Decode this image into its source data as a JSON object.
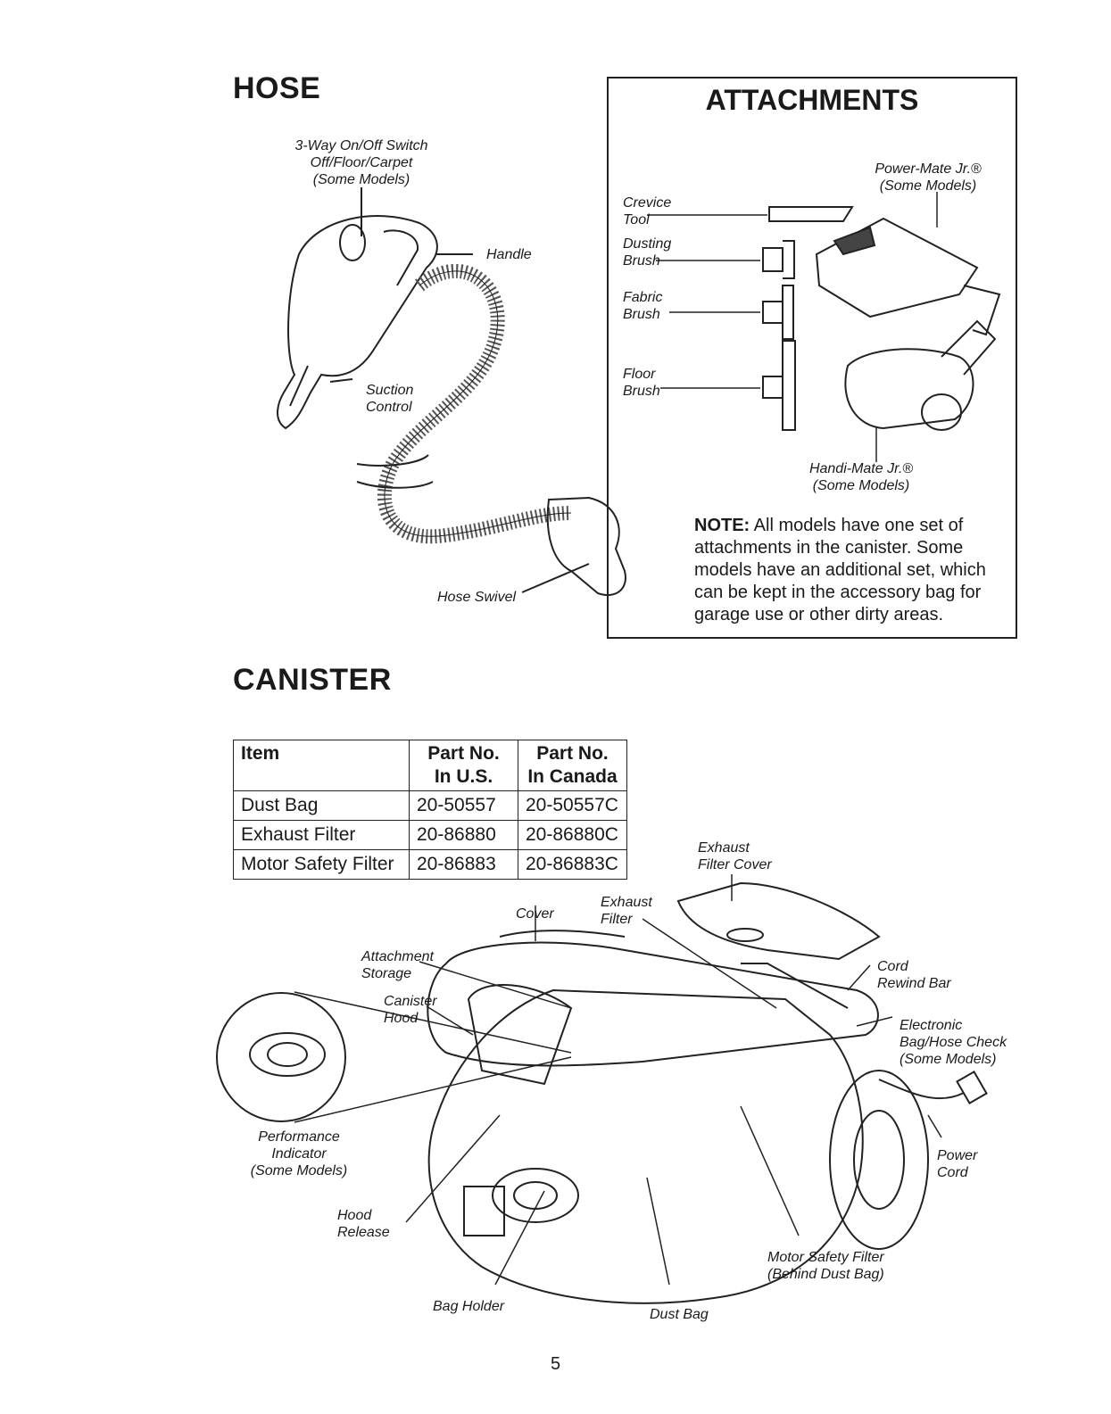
{
  "hose": {
    "heading": "HOSE",
    "switch_label": [
      "3-Way On/Off Switch",
      "Off/Floor/Carpet",
      "(Some Models)"
    ],
    "handle_label": "Handle",
    "suction_label": [
      "Suction",
      "Control"
    ],
    "swivel_label": "Hose Swivel"
  },
  "attachments": {
    "heading": "ATTACHMENTS",
    "crevice": [
      "Crevice",
      "Tool"
    ],
    "dusting": [
      "Dusting",
      "Brush"
    ],
    "fabric": [
      "Fabric",
      "Brush"
    ],
    "floor": [
      "Floor",
      "Brush"
    ],
    "powermate": [
      "Power-Mate Jr.®",
      "(Some Models)"
    ],
    "handimate": [
      "Handi-Mate Jr.®",
      "(Some Models)"
    ],
    "note_label": "NOTE:",
    "note_text": "All models have one set of attachments in the canister. Some models have an additional set, which can be kept in the accessory bag for garage use or other dirty areas."
  },
  "canister": {
    "heading": "CANISTER",
    "table": {
      "headers": [
        [
          "Item"
        ],
        [
          "Part No.",
          "In U.S."
        ],
        [
          "Part No.",
          "In Canada"
        ]
      ],
      "rows": [
        [
          "Dust Bag",
          "20-50557",
          "20-50557C"
        ],
        [
          "Exhaust Filter",
          "20-86880",
          "20-86880C"
        ],
        [
          "Motor Safety Filter",
          "20-86883",
          "20-86883C"
        ]
      ]
    },
    "labels": {
      "exhaust_filter_cover": [
        "Exhaust",
        "Filter Cover"
      ],
      "cover": "Cover",
      "exhaust_filter": [
        "Exhaust",
        "Filter"
      ],
      "attachment_storage": [
        "Attachment",
        "Storage"
      ],
      "canister_hood": [
        "Canister",
        "Hood"
      ],
      "cord_rewind": [
        "Cord",
        "Rewind Bar"
      ],
      "electronic_check": [
        "Electronic",
        "Bag/Hose Check",
        "(Some Models)"
      ],
      "performance": [
        "Performance",
        "Indicator",
        "(Some Models)"
      ],
      "power_cord": [
        "Power",
        "Cord"
      ],
      "hood_release": [
        "Hood",
        "Release"
      ],
      "motor_filter": [
        "Motor Safety Filter",
        "(Behind Dust Bag)"
      ],
      "bag_holder": "Bag Holder",
      "dust_bag": "Dust Bag"
    }
  },
  "page_number": "5"
}
